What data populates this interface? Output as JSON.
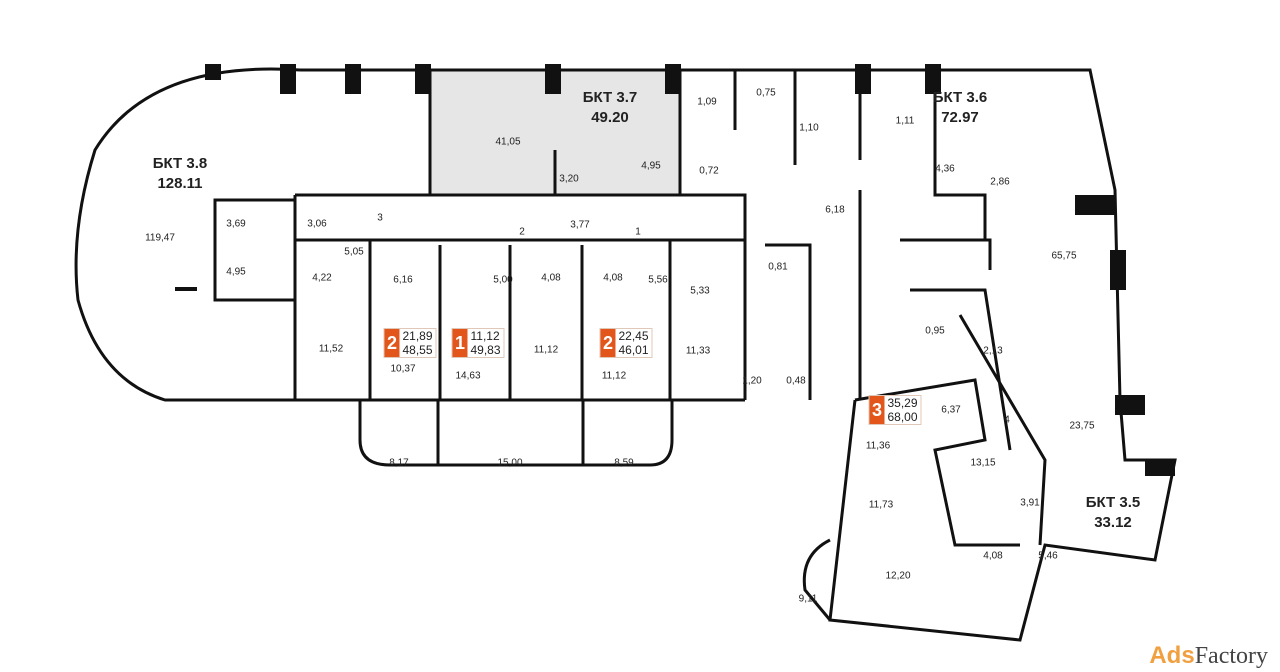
{
  "units": [
    {
      "name": "БКТ 3.8",
      "area": "128.11"
    },
    {
      "name": "БКТ 3.7",
      "area": "49.20"
    },
    {
      "name": "БКТ 3.6",
      "area": "72.97"
    },
    {
      "name": "БКТ 3.5",
      "area": "33.12"
    }
  ],
  "apartments": [
    {
      "rooms": "2",
      "living": "21,89",
      "total": "48,55"
    },
    {
      "rooms": "1",
      "living": "11,12",
      "total": "49,83"
    },
    {
      "rooms": "2",
      "living": "22,45",
      "total": "46,01"
    },
    {
      "rooms": "3",
      "living": "35,29",
      "total": "68,00"
    }
  ],
  "rooms": [
    "119,47",
    "41,05",
    "4,95",
    "3,20",
    "0,72",
    "1,09",
    "0,75",
    "1,10",
    "1,11",
    "4,36",
    "2,86",
    "3,69",
    "3,06",
    "3",
    "3,77",
    "2",
    "1",
    "6,18",
    "5,05",
    "4,22",
    "4,95",
    "6,16",
    "5,00",
    "4,08",
    "4,08",
    "5,56",
    "5,33",
    "0,81",
    "65,75",
    "11,52",
    "10,37",
    "14,63",
    "11,12",
    "11,12",
    "11,33",
    "0,95",
    "2,13",
    "1,20",
    "0,48",
    "8,17",
    "15,00",
    "8,59",
    "6,37",
    "11,36",
    "4",
    "13,15",
    "23,75",
    "11,73",
    "3,91",
    "4,08",
    "5,46",
    "12,20",
    "9,11"
  ],
  "watermark": {
    "part1": "Ads",
    "part2": "Factory"
  },
  "colors": {
    "accent": "#e2561c",
    "commercial_fill": "#e6e6e6",
    "wall": "#111111"
  }
}
